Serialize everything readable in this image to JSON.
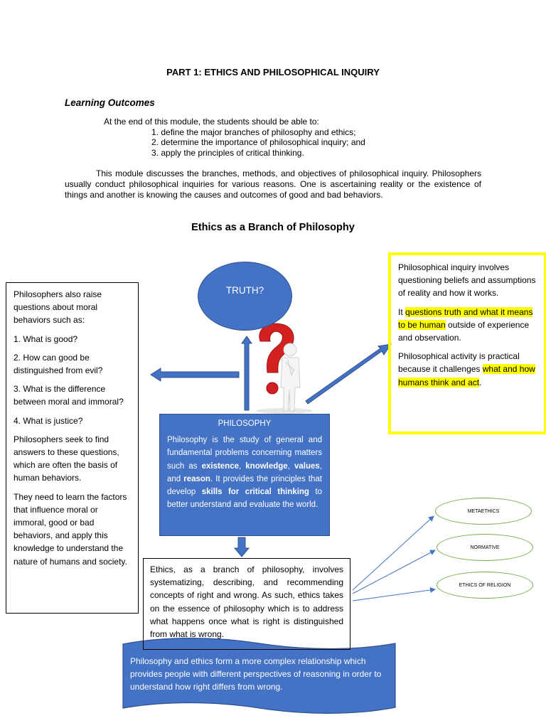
{
  "document": {
    "title": "PART 1: ETHICS AND PHILOSOPHICAL INQUIRY",
    "learning_outcomes": {
      "heading": "Learning Outcomes",
      "intro": "At the end of this module, the students should be able to:",
      "items": [
        "1. define the major branches of philosophy and ethics;",
        "2. determine the importance of philosophical inquiry; and",
        "3. apply the principles of critical thinking."
      ]
    },
    "intro_paragraph": "This module discusses the branches, methods, and objectives of philosophical inquiry. Philosophers usually conduct philosophical inquiries for various reasons. One is ascertaining reality or the existence of things and another is knowing the causes and outcomes of good and bad behaviors.",
    "section_title": "Ethics as a Branch of Philosophy"
  },
  "diagram": {
    "truth_label": "TRUTH?",
    "left_box": {
      "paragraphs": [
        "Philosophers also raise questions about moral behaviors such as:",
        "1. What is good?",
        "2. How can good be distinguished from evil?",
        "3. What is the difference between moral and immoral?",
        "4. What is justice?",
        "Philosophers seek to find answers to these questions, which are often the basis of human behaviors.",
        "They need to learn the factors that influence moral or immoral, good or bad behaviors, and apply this knowledge to understand the nature of humans and society."
      ]
    },
    "right_box": {
      "p1": "Philosophical inquiry involves questioning beliefs and assumptions of reality and how it works.",
      "p2_pre": "It ",
      "p2_hl": "questions truth and what it means to be human",
      "p2_post": " outside of experience and observation.",
      "p3_pre": "Philosophical activity is practical because it challenges ",
      "p3_hl": "what and how humans think and act",
      "p3_post": "."
    },
    "philosophy_box": {
      "heading": "PHILOSOPHY",
      "t1": "Philosophy is the study of general and fundamental problems concerning matters such as ",
      "b1": "existence",
      "t2": ", ",
      "b2": "knowledge",
      "t3": ", ",
      "b3": "values",
      "t4": ", and ",
      "b4": "reason",
      "t5": ". It provides the principles that develop ",
      "b5": "skills for critical thinking",
      "t6": " to better understand and evaluate the world."
    },
    "ethics_box": "Ethics, as a branch of philosophy, involves systematizing, describing, and recommending concepts of right and wrong. As such, ethics takes on the essence of philosophy which is to address what happens once what is right is distinguished from what is wrong.",
    "ovals": {
      "metaethics": "METAETHICS",
      "normative": "NORMATIVE",
      "religion": "ETHICS OF RELIGION"
    },
    "banner": "Philosophy and ethics form a more complex relationship which provides people with different perspectives of reasoning in order to understand how right differs from wrong.",
    "colors": {
      "blue_fill": "#4472c4",
      "blue_border": "#2f528f",
      "highlight": "#ffff00",
      "oval_border": "#70ad47",
      "question_mark": "#d32020"
    },
    "icons": [
      "question-mark-figure-icon"
    ]
  }
}
